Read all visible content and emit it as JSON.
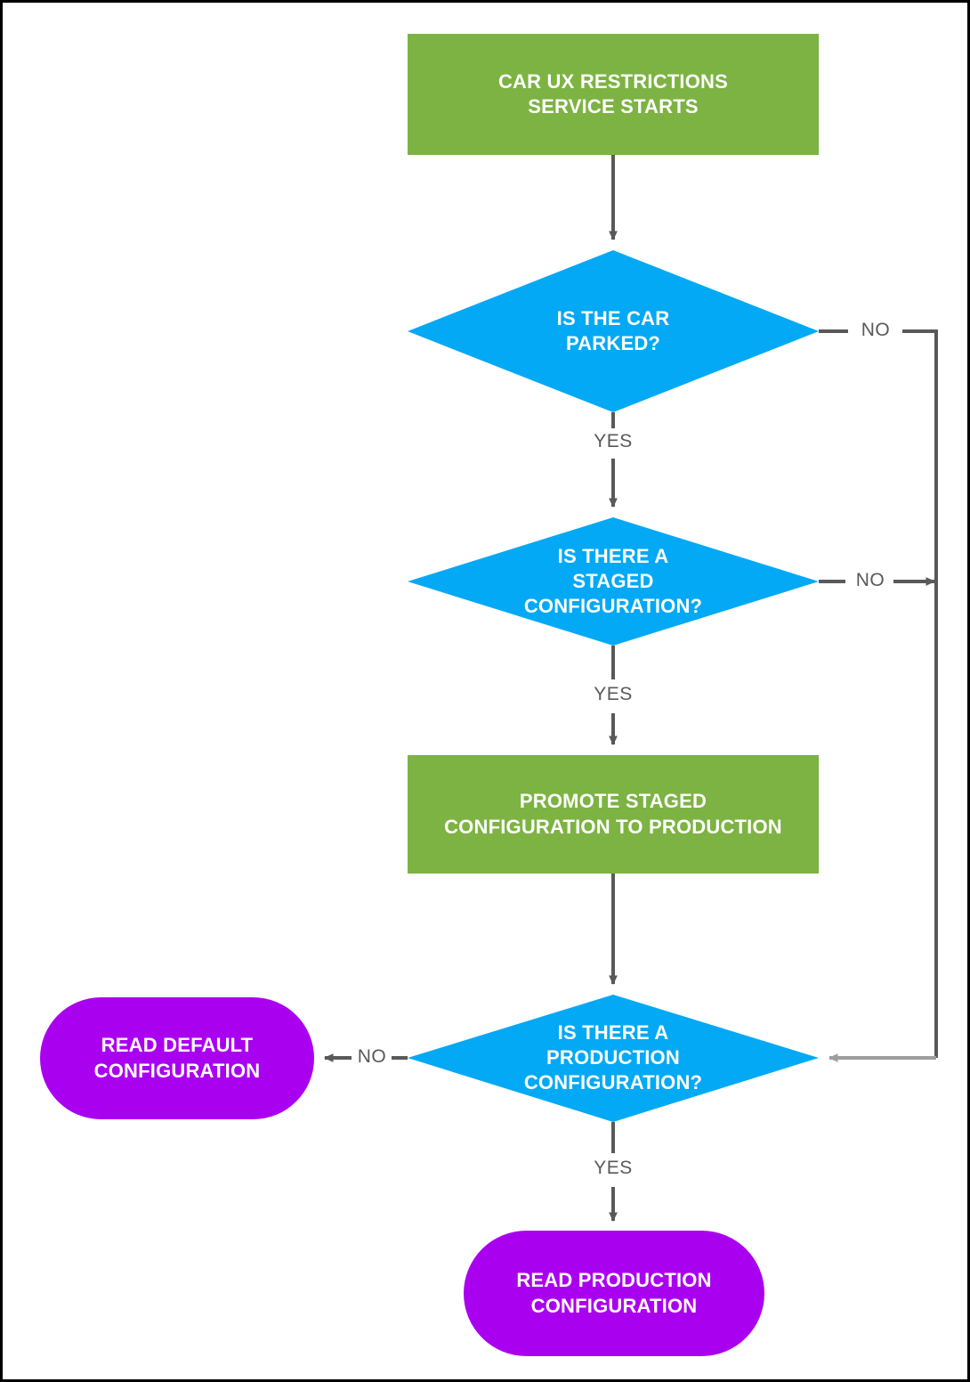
{
  "diagram": {
    "type": "flowchart",
    "title": "Car UX Restrictions configuration load flow",
    "colors": {
      "start_process": "#7CB342",
      "decision": "#03A9F4",
      "terminal": "#AA00F0",
      "connector": "#595959",
      "connector_light": "#9E9E9E",
      "node_text": "#FFFFFF",
      "edge_label_text": "#595959",
      "border": "#000000",
      "background": "#FFFFFF"
    },
    "nodes": [
      {
        "id": "start",
        "shape": "rectangle",
        "label": "CAR UX RESTRICTIONS\nSERVICE STARTS",
        "color": "#7CB342"
      },
      {
        "id": "is_parked",
        "shape": "diamond",
        "label": "IS THE CAR\nPARKED?",
        "color": "#03A9F4"
      },
      {
        "id": "staged_config",
        "shape": "diamond",
        "label": "IS THERE A\nSTAGED\nCONFIGURATION?",
        "color": "#03A9F4"
      },
      {
        "id": "promote",
        "shape": "rectangle",
        "label": "PROMOTE STAGED\nCONFIGURATION TO PRODUCTION",
        "color": "#7CB342"
      },
      {
        "id": "production_config",
        "shape": "diamond",
        "label": "IS THERE A\nPRODUCTION\nCONFIGURATION?",
        "color": "#03A9F4"
      },
      {
        "id": "read_default",
        "shape": "stadium",
        "label": "READ DEFAULT\nCONFIGURATION",
        "color": "#AA00F0"
      },
      {
        "id": "read_production",
        "shape": "stadium",
        "label": "READ PRODUCTION\nCONFIGURATION",
        "color": "#AA00F0"
      }
    ],
    "edges": [
      {
        "id": "e1",
        "from": "start",
        "to": "is_parked",
        "label": ""
      },
      {
        "id": "e2",
        "from": "is_parked",
        "to": "staged_config",
        "label": "YES"
      },
      {
        "id": "e3",
        "from": "is_parked",
        "to": "production_config",
        "label": "NO"
      },
      {
        "id": "e4",
        "from": "staged_config",
        "to": "promote",
        "label": "YES"
      },
      {
        "id": "e5",
        "from": "staged_config",
        "to": "production_config",
        "label": "NO"
      },
      {
        "id": "e6",
        "from": "promote",
        "to": "production_config",
        "label": ""
      },
      {
        "id": "e7",
        "from": "production_config",
        "to": "read_default",
        "label": "NO"
      },
      {
        "id": "e8",
        "from": "production_config",
        "to": "read_production",
        "label": "YES"
      }
    ],
    "edge_labels": {
      "parked_no": "NO",
      "parked_yes": "YES",
      "staged_no": "NO",
      "staged_yes": "YES",
      "production_no": "NO",
      "production_yes": "YES"
    }
  }
}
